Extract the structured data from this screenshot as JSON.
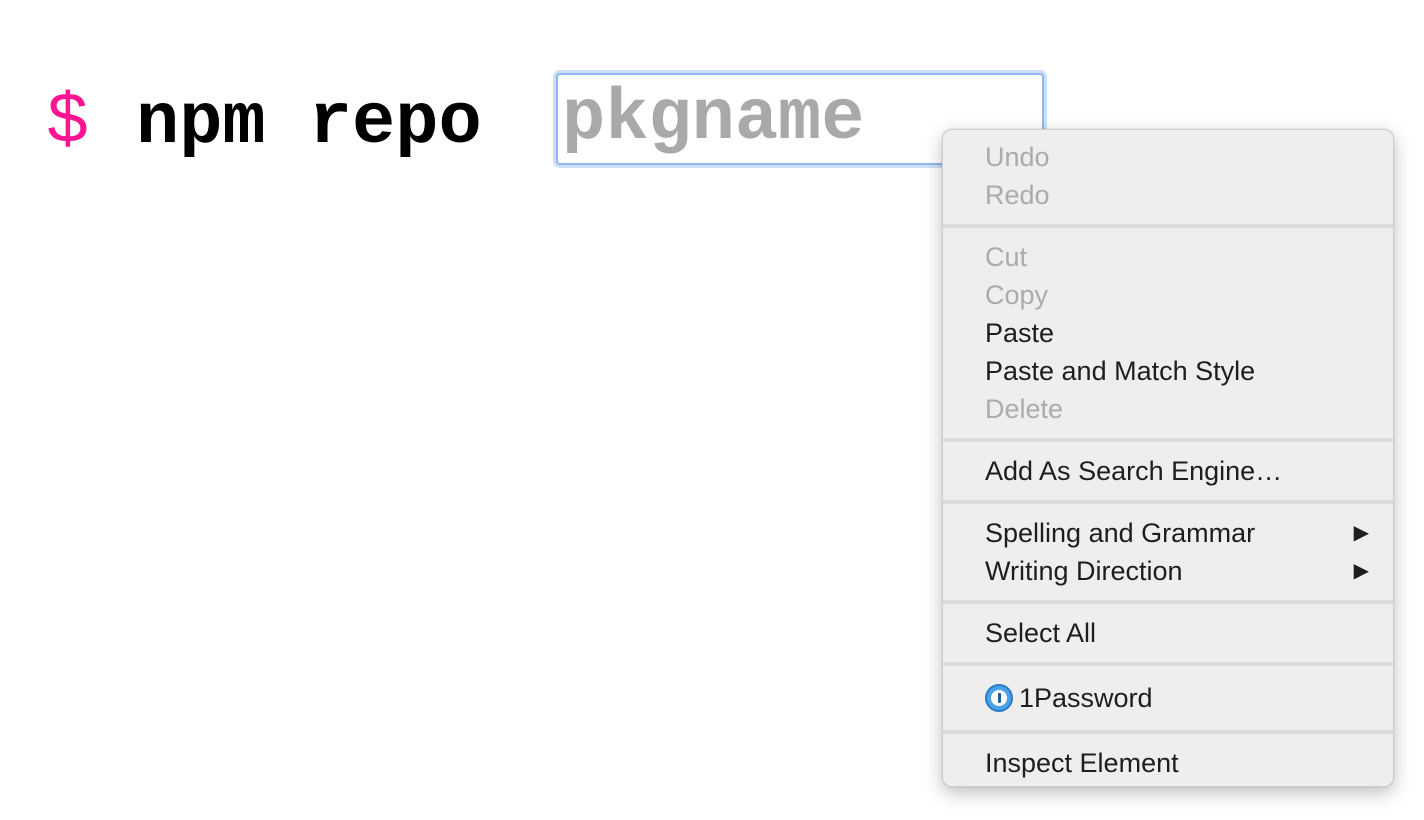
{
  "prompt": {
    "symbol": "$",
    "command": "npm repo",
    "symbol_color": "#ff1493"
  },
  "input": {
    "placeholder": "pkgname",
    "value": ""
  },
  "context_menu": {
    "groups": [
      [
        {
          "label": "Undo",
          "enabled": false
        },
        {
          "label": "Redo",
          "enabled": false
        }
      ],
      [
        {
          "label": "Cut",
          "enabled": false
        },
        {
          "label": "Copy",
          "enabled": false
        },
        {
          "label": "Paste",
          "enabled": true
        },
        {
          "label": "Paste and Match Style",
          "enabled": true
        },
        {
          "label": "Delete",
          "enabled": false
        }
      ],
      [
        {
          "label": "Add As Search Engine…",
          "enabled": true
        }
      ],
      [
        {
          "label": "Spelling and Grammar",
          "enabled": true,
          "submenu": true
        },
        {
          "label": "Writing Direction",
          "enabled": true,
          "submenu": true
        }
      ],
      [
        {
          "label": "Select All",
          "enabled": true
        }
      ],
      [
        {
          "label": "1Password",
          "enabled": true,
          "icon": "1password-icon"
        }
      ],
      [
        {
          "label": "Inspect Element",
          "enabled": true
        }
      ]
    ],
    "submenu_arrow": "▶"
  }
}
